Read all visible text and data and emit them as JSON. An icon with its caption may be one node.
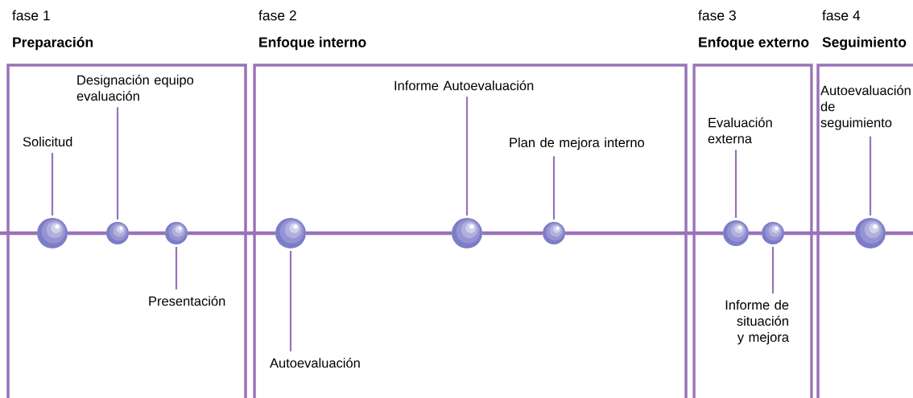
{
  "diagram": {
    "nodes": [
      {
        "text": [
          "fase 1",
          "Preparación"
        ]
      },
      {
        "text": [
          "fase 2",
          "Enfoque interno"
        ]
      },
      {
        "text": [
          "fase 3",
          "Enfoque externo"
        ]
      },
      {
        "text": [
          "fase 4",
          "Seguimiento"
        ]
      },
      {
        "text": [],
        "shape": "circle",
        "in": 0
      },
      {
        "text": [],
        "shape": "circle",
        "in": 0
      },
      {
        "text": [],
        "shape": "circle",
        "in": 0
      },
      {
        "text": [],
        "shape": "circle",
        "in": 1
      },
      {
        "text": [],
        "shape": "circle",
        "in": 1
      },
      {
        "text": [],
        "shape": "circle",
        "in": 1
      },
      {
        "text": [],
        "shape": "circle",
        "in": 2
      },
      {
        "text": [],
        "shape": "circle",
        "in": 2
      },
      {
        "text": [],
        "shape": "circle",
        "in": 3
      },
      {
        "text": [
          "Solicitud"
        ],
        "in": 0
      },
      {
        "text": [
          "Designación equipo evaluación"
        ],
        "in": 0
      },
      {
        "text": [
          "Presentación"
        ],
        "in": 0
      },
      {
        "text": [
          "Autoevaluación"
        ],
        "in": 1
      },
      {
        "text": [
          "Informe Autoevaluación"
        ],
        "in": 1
      },
      {
        "text": [
          "Plan de mejora interno"
        ],
        "in": 1
      },
      {
        "text": [
          "Evaluación externa"
        ],
        "in": 2
      },
      {
        "text": [
          "Informe de situación y mejora"
        ],
        "in": 2
      },
      {
        "text": [
          "Autoevaluación de seguimiento"
        ],
        "in": 3
      }
    ],
    "edges": [
      {
        "from": null,
        "to": 4,
        "arrow": "none"
      },
      {
        "from": 4,
        "to": 5,
        "arrow": "none"
      },
      {
        "from": 5,
        "to": 6,
        "arrow": "none"
      },
      {
        "from": 6,
        "to": 7,
        "arrow": "none"
      },
      {
        "from": 7,
        "to": 8,
        "arrow": "none"
      },
      {
        "from": 8,
        "to": 9,
        "arrow": "none"
      },
      {
        "from": 9,
        "to": 10,
        "arrow": "none"
      },
      {
        "from": 10,
        "to": 11,
        "arrow": "none"
      },
      {
        "from": 11,
        "to": 12,
        "arrow": "none"
      },
      {
        "from": 12,
        "to": null,
        "arrow": "none"
      },
      {
        "from": 13,
        "to": 4,
        "arrow": "none"
      },
      {
        "from": 14,
        "to": 5,
        "arrow": "none"
      },
      {
        "from": 15,
        "to": 6,
        "arrow": "none"
      },
      {
        "from": 16,
        "to": 7,
        "arrow": "none"
      },
      {
        "from": 17,
        "to": 8,
        "arrow": "none"
      },
      {
        "from": 18,
        "to": 9,
        "arrow": "none"
      },
      {
        "from": 19,
        "to": 10,
        "arrow": "none"
      },
      {
        "from": 20,
        "to": 11,
        "arrow": "none"
      },
      {
        "from": 21,
        "to": 12,
        "arrow": "none"
      }
    ]
  }
}
